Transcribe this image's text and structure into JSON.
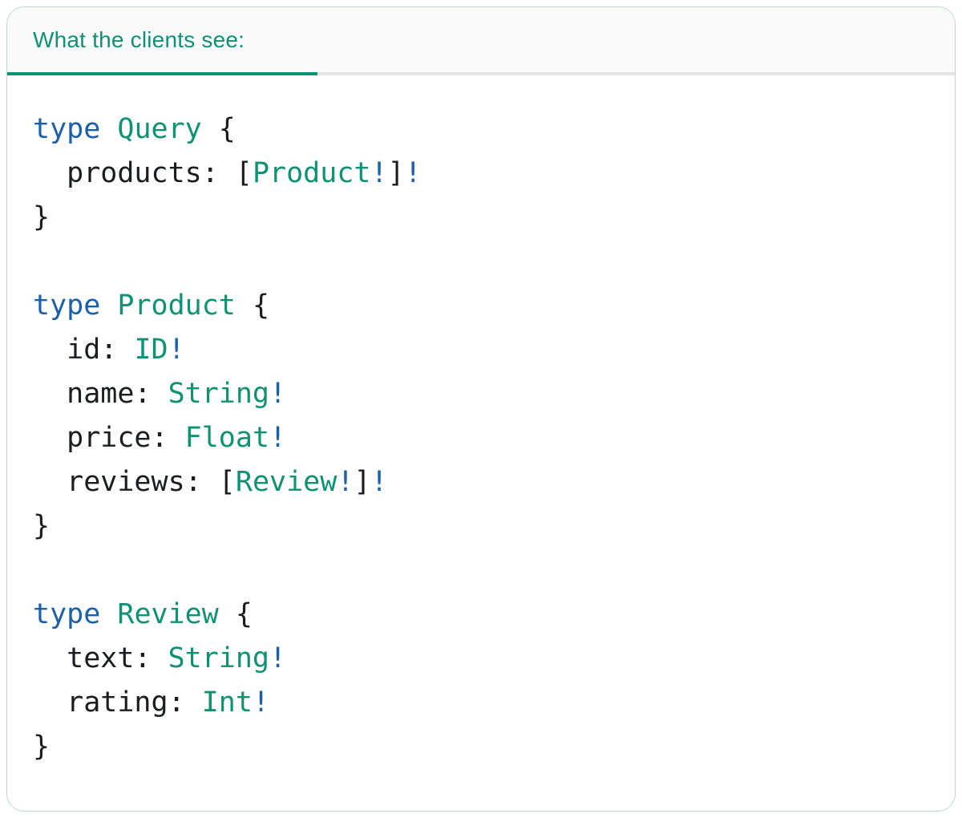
{
  "colors": {
    "teal": "#0d9373",
    "blue": "#1a60ab",
    "code-dark": "#1b1d21",
    "tab-bg": "#fafafa",
    "divider": "#e4e4e4",
    "panel-border": "#bcd9c9",
    "panel-bg": "#ffffff"
  },
  "tab": {
    "label": "What the clients see:"
  },
  "code": {
    "language": "graphql",
    "lines": [
      [
        {
          "t": "type",
          "c": "keyword"
        },
        {
          "t": " ",
          "c": "plain"
        },
        {
          "t": "Query",
          "c": "typename"
        },
        {
          "t": " {",
          "c": "plain"
        }
      ],
      [
        {
          "t": "  products: [",
          "c": "plain"
        },
        {
          "t": "Product",
          "c": "typename"
        },
        {
          "t": "!",
          "c": "bang"
        },
        {
          "t": "]",
          "c": "plain"
        },
        {
          "t": "!",
          "c": "bang"
        }
      ],
      [
        {
          "t": "}",
          "c": "plain"
        }
      ],
      [],
      [
        {
          "t": "type",
          "c": "keyword"
        },
        {
          "t": " ",
          "c": "plain"
        },
        {
          "t": "Product",
          "c": "typename"
        },
        {
          "t": " {",
          "c": "plain"
        }
      ],
      [
        {
          "t": "  id: ",
          "c": "plain"
        },
        {
          "t": "ID",
          "c": "typename"
        },
        {
          "t": "!",
          "c": "bang"
        }
      ],
      [
        {
          "t": "  name: ",
          "c": "plain"
        },
        {
          "t": "String",
          "c": "typename"
        },
        {
          "t": "!",
          "c": "bang"
        }
      ],
      [
        {
          "t": "  price: ",
          "c": "plain"
        },
        {
          "t": "Float",
          "c": "typename"
        },
        {
          "t": "!",
          "c": "bang"
        }
      ],
      [
        {
          "t": "  reviews: [",
          "c": "plain"
        },
        {
          "t": "Review",
          "c": "typename"
        },
        {
          "t": "!",
          "c": "bang"
        },
        {
          "t": "]",
          "c": "plain"
        },
        {
          "t": "!",
          "c": "bang"
        }
      ],
      [
        {
          "t": "}",
          "c": "plain"
        }
      ],
      [],
      [
        {
          "t": "type",
          "c": "keyword"
        },
        {
          "t": " ",
          "c": "plain"
        },
        {
          "t": "Review",
          "c": "typename"
        },
        {
          "t": " {",
          "c": "plain"
        }
      ],
      [
        {
          "t": "  text: ",
          "c": "plain"
        },
        {
          "t": "String",
          "c": "typename"
        },
        {
          "t": "!",
          "c": "bang"
        }
      ],
      [
        {
          "t": "  rating: ",
          "c": "plain"
        },
        {
          "t": "Int",
          "c": "typename"
        },
        {
          "t": "!",
          "c": "bang"
        }
      ],
      [
        {
          "t": "}",
          "c": "plain"
        }
      ]
    ]
  }
}
